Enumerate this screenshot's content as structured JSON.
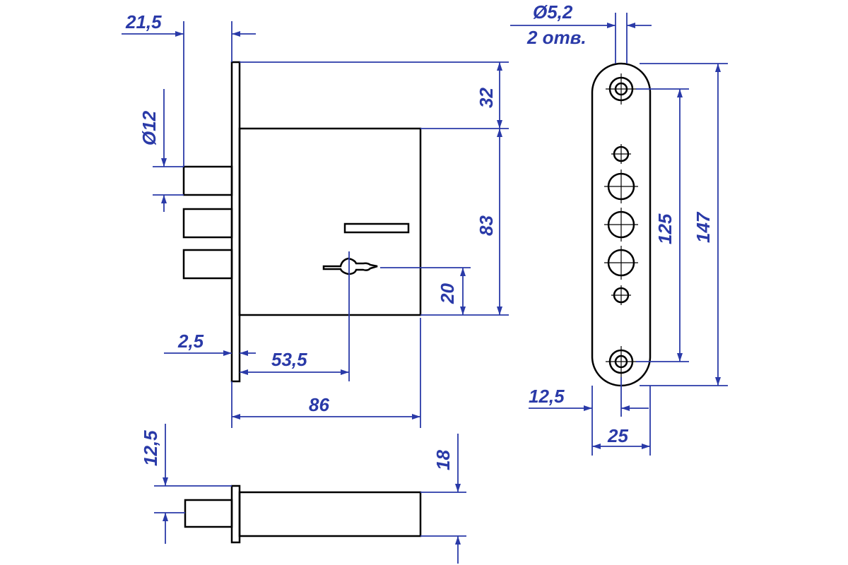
{
  "colors": {
    "dimension": "#2a3aa8",
    "outline": "#000000",
    "background": "#ffffff"
  },
  "dimensions": {
    "front_offset": "21,5",
    "bolt_diameter": "Ø12",
    "plate_thickness": "2,5",
    "key_backset": "53,5",
    "body_width": "86",
    "top_offset": "32",
    "body_height": "83",
    "key_offset": "20",
    "screw_hole": "Ø5,2",
    "screw_hole_count": "2 отв.",
    "hole_spacing": "125",
    "plate_height": "147",
    "plate_half_width": "12,5",
    "plate_width": "25",
    "bottom_offset": "12,5",
    "bottom_height": "18"
  }
}
